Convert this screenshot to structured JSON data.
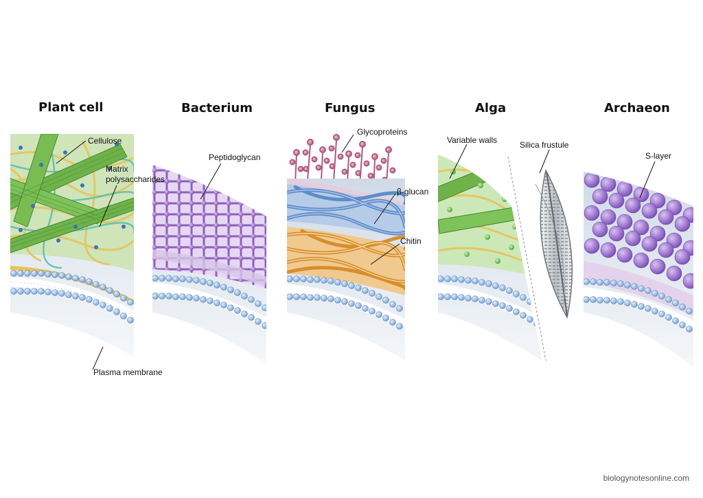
{
  "panels": [
    {
      "title": "Plant cell"
    },
    {
      "title": "Bacterium"
    },
    {
      "title": "Fungus"
    },
    {
      "title": "Alga"
    },
    {
      "title": "Archaeon"
    }
  ],
  "labels": {
    "cellulose": "Cellulose",
    "matrix_line1": "Matrix",
    "matrix_line2": "polysaccharides",
    "plasma_membrane": "Plasma membrane",
    "peptidoglycan": "Peptidoglycan",
    "glycoproteins": "Glycoproteins",
    "beta_glucan": "β-glucan",
    "chitin": "Chitin",
    "variable_walls": "Variable walls",
    "silica_frustule": "Silica frustule",
    "s_layer": "S-layer"
  },
  "credit": "biologynotesonline.com",
  "colors": {
    "membrane_head": "#8fb6e0",
    "cytoplasm": "#dde6ee",
    "cellulose": "#6fb24a",
    "peptidoglycan": "#9b6cc0",
    "glycoprotein": "#c27a9a",
    "beta_glucan": "#6f9ad0",
    "chitin": "#e2a24a",
    "s_layer": "#9a6cd0",
    "silica": "#9aa0a6"
  }
}
